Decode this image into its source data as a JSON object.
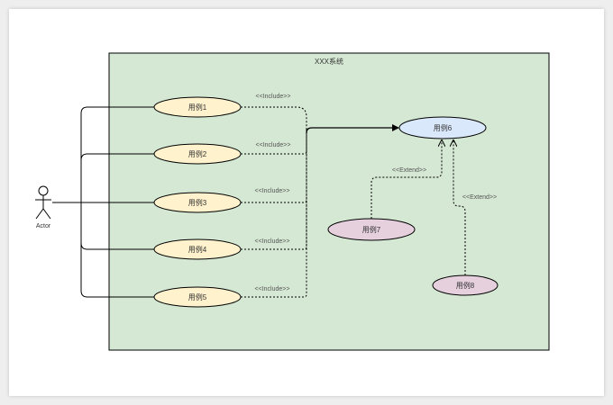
{
  "system": {
    "title": "XXX系统"
  },
  "actor": {
    "label": "Actor"
  },
  "use_cases": {
    "uc1": "用例1",
    "uc2": "用例2",
    "uc3": "用例3",
    "uc4": "用例4",
    "uc5": "用例5",
    "uc6": "用例6",
    "uc7": "用例7",
    "uc8": "用例8"
  },
  "relations": {
    "include1": "<<Include>>",
    "include2": "<<Include>>",
    "include3": "<<Include>>",
    "include4": "<<Include>>",
    "include5": "<<Include>>",
    "extend7": "<<Extend>>",
    "extend8": "<<Extend>>"
  },
  "colors": {
    "system_fill": "#d5e8d4",
    "include_case_fill": "#fff2cc",
    "target_case_fill": "#dae8fc",
    "extend_case_fill": "#e6d0de"
  }
}
